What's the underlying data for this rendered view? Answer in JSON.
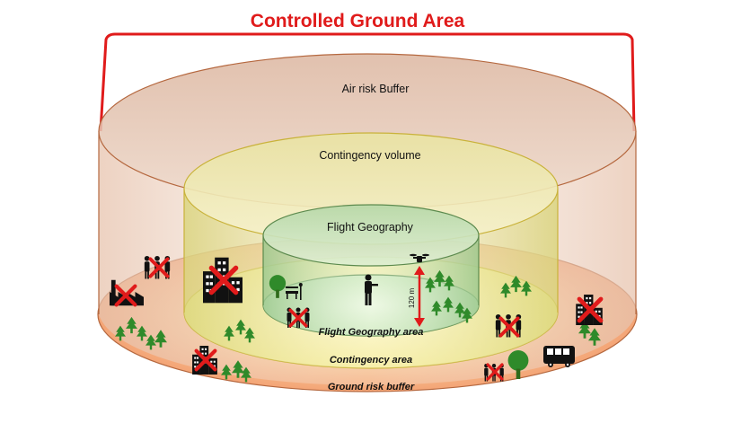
{
  "diagram": {
    "title": "Controlled Ground Area",
    "zones": {
      "air_risk_buffer": "Air risk Buffer",
      "contingency_volume": "Contingency volume",
      "flight_geography": "Flight Geography",
      "flight_geography_area": "Flight Geography area",
      "contingency_area": "Contingency area",
      "ground_risk_buffer": "Ground risk buffer"
    },
    "height_label": "120 m",
    "colors": {
      "title_red": "#e01b1b",
      "outer_cylinder": "#e9c9b6",
      "outer_edge": "#b5683f",
      "ground_orange": "#f29a6c",
      "contingency_yellow": "#e6e08a",
      "contingency_edge": "#c9b23a",
      "flight_green": "#b8dcaa",
      "flight_edge": "#5c8a4e",
      "tree_green": "#2f8a2a",
      "building_black": "#111111"
    },
    "icons": [
      "factory-icon",
      "people-icon",
      "buildings-icon",
      "trees-icon",
      "drone-icon",
      "person-icon",
      "bench-icon",
      "bus-icon"
    ]
  }
}
